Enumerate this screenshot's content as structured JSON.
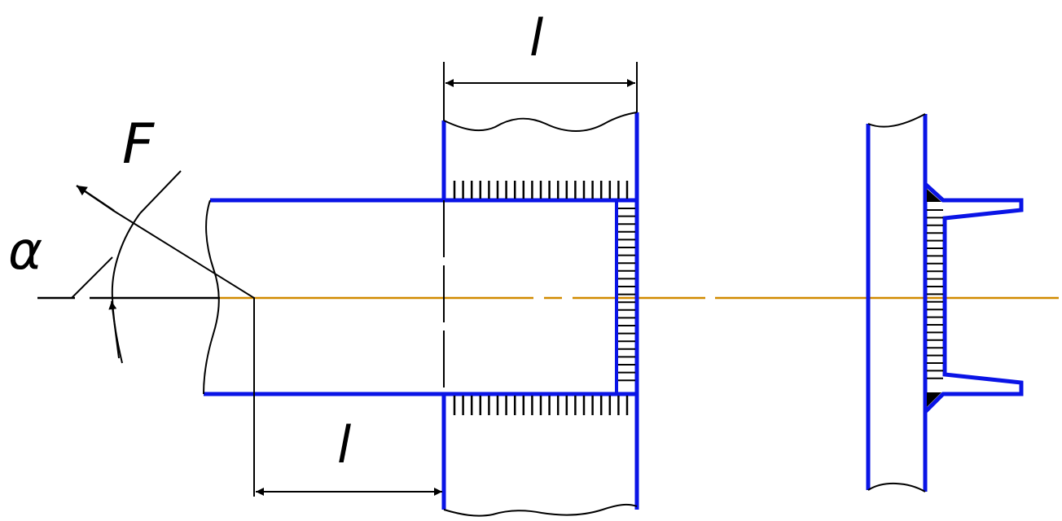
{
  "labels": {
    "force": "F",
    "angle": "α",
    "length_top": "l",
    "length_bottom": "l"
  },
  "colors": {
    "outline": "#0a14e6",
    "axis": "#d18a00",
    "ink": "#000000",
    "background": "#ffffff"
  }
}
